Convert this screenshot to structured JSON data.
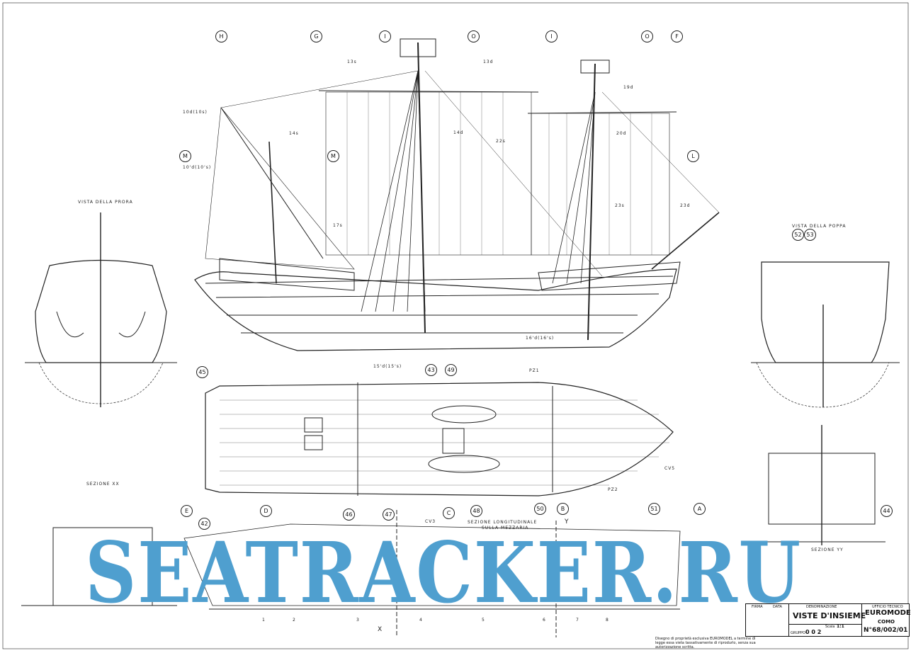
{
  "drawing": {
    "views": {
      "bow": "VISTA DELLA PRORA",
      "stern": "VISTA DELLA POPPA",
      "section_xx": "SEZIONE XX",
      "section_yy": "SEZIONE YY",
      "longitudinal": "SEZIONE LONGITUDINALE",
      "longitudinal2": "SULLA MEZZARIA"
    },
    "mast_markers": [
      "H",
      "G",
      "I",
      "O",
      "I",
      "O",
      "F",
      "M",
      "M",
      "L",
      "E",
      "D",
      "C",
      "B",
      "A"
    ],
    "part_markers": [
      "45",
      "43",
      "49",
      "52",
      "53",
      "44",
      "42",
      "46",
      "47",
      "48",
      "50",
      "51"
    ],
    "callouts": [
      "10d(10s)",
      "10'd(10's)",
      "13s",
      "13d",
      "14s",
      "14d",
      "17s",
      "19d",
      "20d",
      "22s",
      "23s",
      "23d",
      "15'd(15's)",
      "16'd(16's)",
      "CV5",
      "CV3",
      "PZ1",
      "PZ2",
      "X",
      "Y"
    ],
    "station_numbers": [
      "1",
      "2",
      "3",
      "4",
      "5",
      "6",
      "7",
      "8"
    ]
  },
  "watermark": "SEATRACKER.RU",
  "title_block": {
    "denominazione_label": "DENOMINAZIONE",
    "title": "VISTE D'INSIEME",
    "office_label": "UFFICIO TECNICO",
    "company": "EUROMODEL",
    "city": "COMO",
    "scale_label": "Scala",
    "scale": "1:1",
    "group_label": "GRUPPO",
    "group": "0 0 2",
    "number": "N°68/002/01",
    "firma_label": "FIRMA",
    "data_label": "DATA"
  },
  "copyright": "Disegno di proprietà esclusiva EUROMODEL a termine di legge essa vieta tassativamente di riprodurlo, senza sua autorizzazione scritta."
}
